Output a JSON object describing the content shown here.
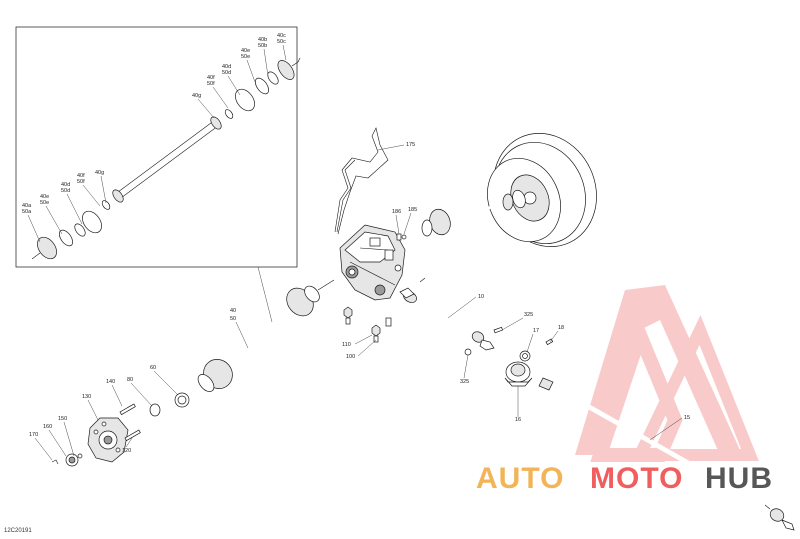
{
  "diagram": {
    "code": "12C20191",
    "callouts": {
      "p10": "10",
      "p15": "15",
      "p16": "16",
      "p17": "17",
      "p18": "18",
      "p40": "40",
      "p50": "50",
      "p60": "60",
      "p80": "80",
      "p100": "100",
      "p110": "110",
      "p120": "120",
      "p130": "130",
      "p140": "140",
      "p150": "150",
      "p160": "160",
      "p170": "170",
      "p175": "175",
      "p186": "186",
      "p185": "185",
      "p325a": "325",
      "p325b": "325"
    },
    "inset_callouts": {
      "i40c": "40c",
      "i50c": "50c",
      "i40b": "40b",
      "i50b": "50b",
      "i40e": "40e",
      "i50e": "50e",
      "i40d": "40d",
      "i50d": "50d",
      "i40f": "40f",
      "i50f": "50f",
      "i40g": "40g",
      "j40a": "40a",
      "j50a": "50a",
      "j40e": "40e",
      "j50e": "50e",
      "j40d": "40d",
      "j50d": "50d",
      "j40f": "40f",
      "j50f": "50f",
      "j40g": "40g"
    }
  },
  "watermark": {
    "part1": "AUTO",
    "part2": "MOTO",
    "part3": "HUB",
    "colors": {
      "orange": "#f0a83c",
      "red": "#ee4444",
      "dark": "#3a3a3a"
    }
  }
}
